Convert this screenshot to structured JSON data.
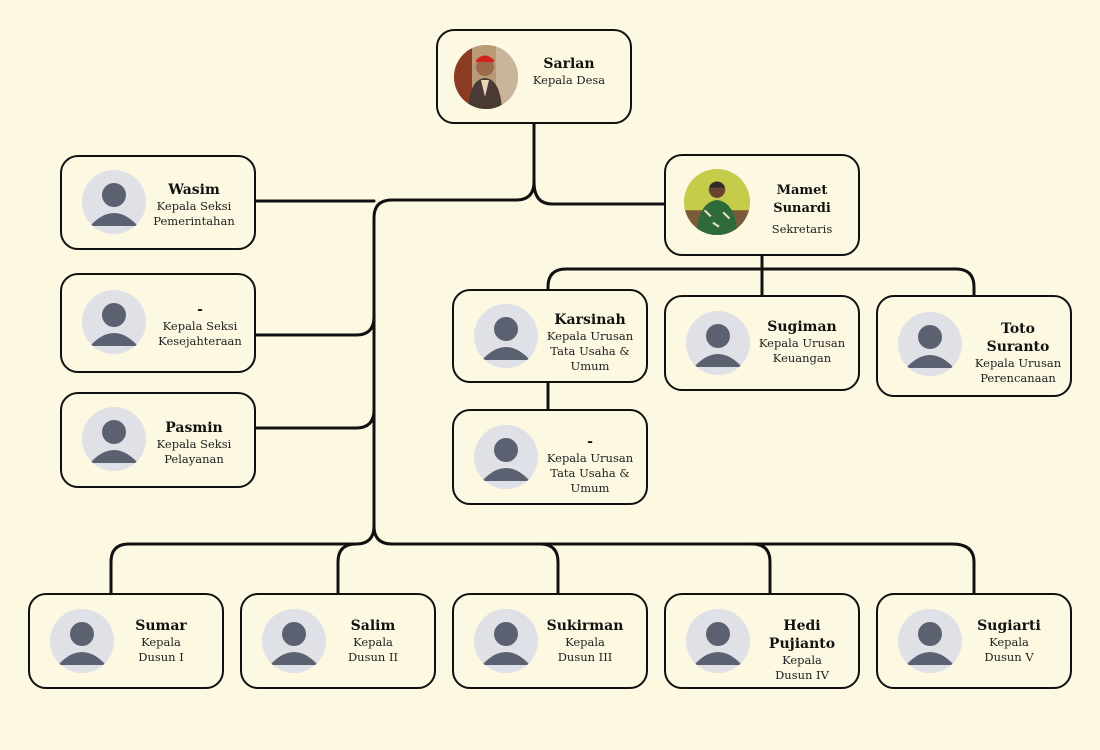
{
  "colors": {
    "background": "#fdf8e2",
    "line": "#111111",
    "avatar_bg": "#dfe1e6",
    "avatar_fg": "#5b6171"
  },
  "people": {
    "kepala_desa": {
      "name": "Sarlan",
      "role": "Kepala Desa",
      "avatar": "photo"
    },
    "sekretaris": {
      "name": "Mamet Sunardi",
      "role": "Sekretaris",
      "avatar": "photo"
    },
    "kasi_pemerintahan": {
      "name": "Wasim",
      "role": "Kepala Seksi\nPemerintahan",
      "avatar": "user-placeholder-icon"
    },
    "kasi_kesejahteraan": {
      "name": "-",
      "role": "Kepala Seksi\nKesejahteraan",
      "avatar": "user-placeholder-icon"
    },
    "kasi_pelayanan": {
      "name": "Pasmin",
      "role": "Kepala Seksi\nPelayanan",
      "avatar": "user-placeholder-icon"
    },
    "kaur_tu_umum": {
      "name": "Karsinah",
      "role": "Kepala Urusan\nTata Usaha &\nUmum",
      "avatar": "user-placeholder-icon"
    },
    "kaur_tu_umum_2": {
      "name": "-",
      "role": "Kepala Urusan\nTata Usaha &\nUmum",
      "avatar": "user-placeholder-icon"
    },
    "kaur_keuangan": {
      "name": "Sugiman",
      "role": "Kepala Urusan\nKeuangan",
      "avatar": "user-placeholder-icon"
    },
    "kaur_perencanaan": {
      "name": "Toto Suranto",
      "role": "Kepala Urusan\nPerencanaan",
      "avatar": "user-placeholder-icon"
    },
    "kadus_1": {
      "name": "Sumar",
      "role": "Kepala\nDusun I",
      "avatar": "user-placeholder-icon"
    },
    "kadus_2": {
      "name": "Salim",
      "role": "Kepala\nDusun II",
      "avatar": "user-placeholder-icon"
    },
    "kadus_3": {
      "name": "Sukirman",
      "role": "Kepala\nDusun III",
      "avatar": "user-placeholder-icon"
    },
    "kadus_4": {
      "name": "Hedi Pujianto",
      "role": "Kepala\nDusun IV",
      "avatar": "user-placeholder-icon"
    },
    "kadus_5": {
      "name": "Sugiarti",
      "role": "Kepala\nDusun V",
      "avatar": "user-placeholder-icon"
    }
  }
}
